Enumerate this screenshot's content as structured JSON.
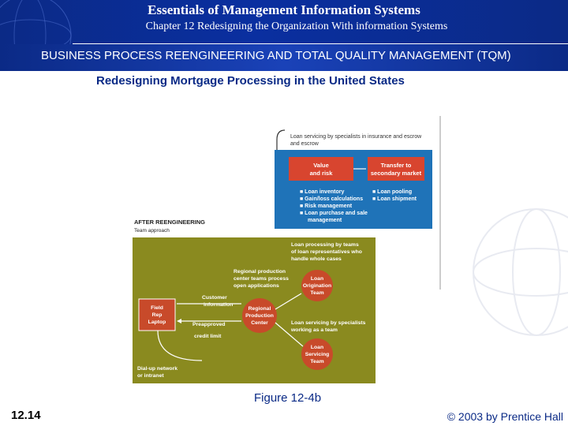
{
  "header": {
    "title": "Essentials of Management Information Systems",
    "subtitle": "Chapter 12 Redesigning the Organization With information Systems"
  },
  "section_title": "BUSINESS PROCESS REENGINEERING AND TOTAL QUALITY MANAGEMENT (TQM)",
  "slide_subtitle": "Redesigning Mortgage Processing in the United States",
  "figure": {
    "top_note": "Loan servicing by specialists in insurance and escrow",
    "box_value_risk": [
      "Value",
      "and risk"
    ],
    "box_transfer": [
      "Transfer to",
      "secondary market"
    ],
    "bullets_left": [
      "Loan inventory",
      "Gain/loss calculations",
      "Risk management",
      "Loan purchase and sale"
    ],
    "bullets_left_cont": "management",
    "bullets_right": [
      "Loan pooling",
      "Loan shipment"
    ],
    "after_title": "AFTER REENGINEERING",
    "after_sub": "Team approach",
    "teams_note": [
      "Loan processing by teams",
      "of loan representatives who",
      "handle whole cases"
    ],
    "regional_note": [
      "Regional production",
      "center teams process",
      "open applications"
    ],
    "origination": [
      "Loan",
      "Origination",
      "Team"
    ],
    "regional_center": [
      "Regional",
      "Production",
      "Center"
    ],
    "field_rep": [
      "Field",
      "Rep",
      "Laptop"
    ],
    "customer_info": [
      "Customer",
      "information"
    ],
    "preapproved": "Preapproved",
    "credit_limit": "credit limit",
    "servicing_note": [
      "Loan servicing by specialists",
      "working as a team"
    ],
    "servicing_team": [
      "Loan",
      "Servicing",
      "Team"
    ],
    "dialup": [
      "Dial-up network",
      "or intranet"
    ]
  },
  "caption": "Figure 12-4b",
  "footer": {
    "slide_number": "12.14",
    "copyright": "© 2003 by Prentice Hall"
  }
}
